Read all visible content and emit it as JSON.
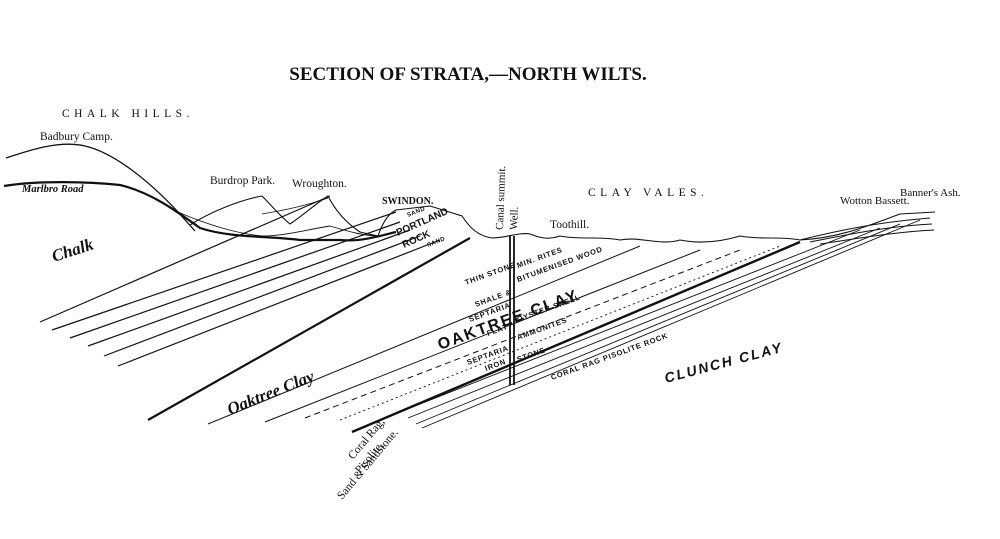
{
  "title": "SECTION OF STRATA,—NORTH WILTS.",
  "regions": {
    "chalk_hills": "CHALK HILLS.",
    "clay_vales": "CLAY VALES."
  },
  "places": {
    "badbury_camp": "Badbury Camp.",
    "marlbro_road": "Marlbro Road",
    "burdrop_park": "Burdrop Park.",
    "wroughton": "Wroughton.",
    "swindon": "SWINDON.",
    "canal_summit": "Canal summit.",
    "well": "Well.",
    "toothill": "Toothill.",
    "wotton_bassett": "Wotton Bassett.",
    "banners_ash": "Banner's Ash."
  },
  "strata": {
    "chalk": "Chalk",
    "portland_rock": [
      "PORTLAND",
      "ROCK"
    ],
    "sand_upper": "SAND",
    "sand_lower": "SAND",
    "oaktree_clay_big": "OAKTREE CLAY",
    "oaktree_clay_italic": "Oaktree Clay",
    "clunch_clay": "CLUNCH CLAY",
    "coral_rag_label": [
      "Coral Rag,",
      "Pisolite,",
      "Sand & Sandstone."
    ],
    "coral_rag_pisolite_rock": "CORAL RAG PISOLITE ROCK"
  },
  "well_left_labels": [
    "THIN STONE",
    "SHALE &",
    "SEPTARIA",
    "FLAT",
    "SEPTARIA",
    "IRON"
  ],
  "well_right_labels": [
    "MIN. RITES",
    "BITUMENISED WOOD",
    "OYSTER SHELL",
    "AMMONITES",
    "STONE"
  ]
}
